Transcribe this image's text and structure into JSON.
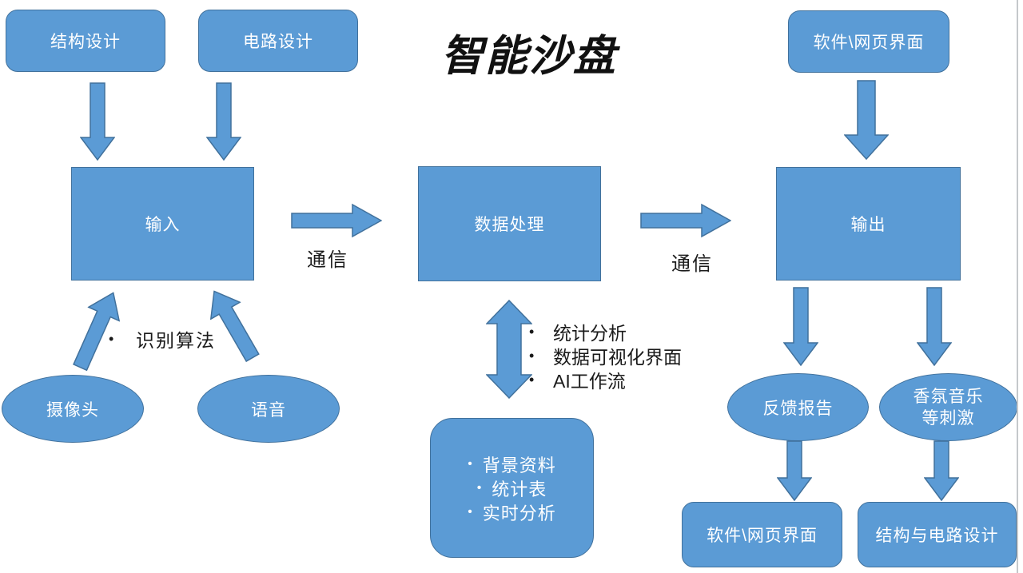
{
  "title": "智能沙盘",
  "glyphs": {
    "bullet": "•"
  },
  "colors": {
    "shape_fill": "#5b9bd5",
    "shape_border": "#41719c",
    "shape_text": "#ffffff",
    "label_text": "#1a1a1a",
    "slide_edge": "#c5c8cb"
  },
  "nodes": {
    "structure_design": "结构设计",
    "circuit_design": "电路设计",
    "software_web_top": "软件\\网页界面",
    "input": "输入",
    "data_processing": "数据处理",
    "output": "输出",
    "camera": "摄像头",
    "voice": "语音",
    "feedback_report": "反馈报告",
    "aroma_line1": "香氛音乐",
    "aroma_line2": "等刺激",
    "software_web_bottom": "软件\\网页界面",
    "structure_circuit_design": "结构与电路设计"
  },
  "labels": {
    "comm_input_to_processing": "通信",
    "comm_processing_to_output": "通信",
    "recognition_algorithm": "识别算法"
  },
  "lists": {
    "processing_functions": [
      "统计分析",
      "数据可视化界面",
      "AI工作流"
    ],
    "background_box": [
      "背景资料",
      "统计表",
      "实时分析"
    ]
  }
}
